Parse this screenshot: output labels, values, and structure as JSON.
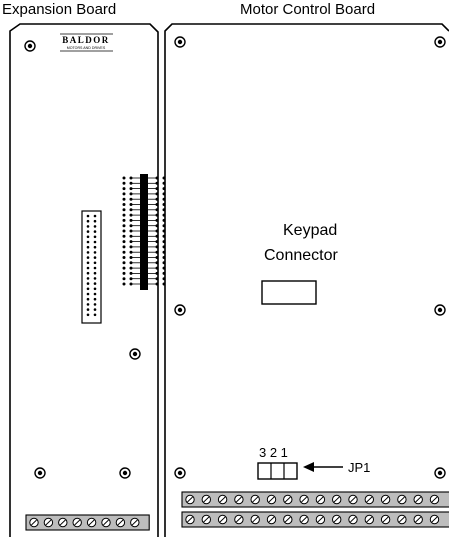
{
  "labels": {
    "expansion_board": "Expansion Board",
    "motor_control_board": "Motor Control Board",
    "keypad_connector_line1": "Keypad",
    "keypad_connector_line2": "Connector",
    "jumper_pins": "3 2 1",
    "jumper_name": "JP1"
  },
  "logo": {
    "brand": "BALDOR",
    "tagline": "MOTORS AND DRIVES"
  },
  "colors": {
    "line": "#000000",
    "terminal_fill": "#bdbdbd",
    "background": "#ffffff"
  },
  "components": {
    "expansion_terminal_count": 8,
    "motor_terminal_strips": 2,
    "motor_terminal_count_per_strip": 16,
    "ribbon_header_rows": 20,
    "interconnect_pin_rows": 21
  }
}
